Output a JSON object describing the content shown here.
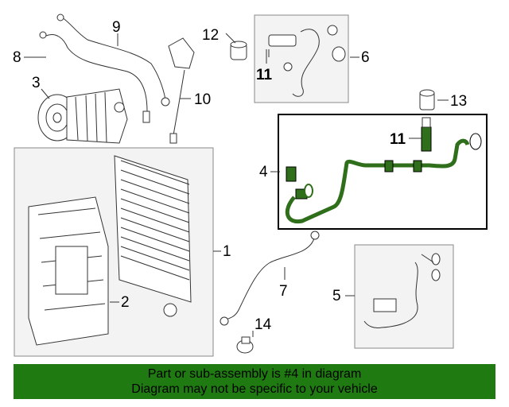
{
  "callouts": {
    "c1": "1",
    "c2": "2",
    "c3": "3",
    "c4": "4",
    "c5": "5",
    "c6": "6",
    "c7": "7",
    "c8": "8",
    "c9": "9",
    "c10": "10",
    "c11a": "11",
    "c11b": "11",
    "c12": "12",
    "c13": "13",
    "c14": "14"
  },
  "colors": {
    "highlight": "#2f6e1a",
    "banner": "#1f7a12"
  },
  "banner": {
    "line1": "Part or sub-assembly is #4 in diagram",
    "line2": "Diagram may not be specific to your vehicle"
  }
}
